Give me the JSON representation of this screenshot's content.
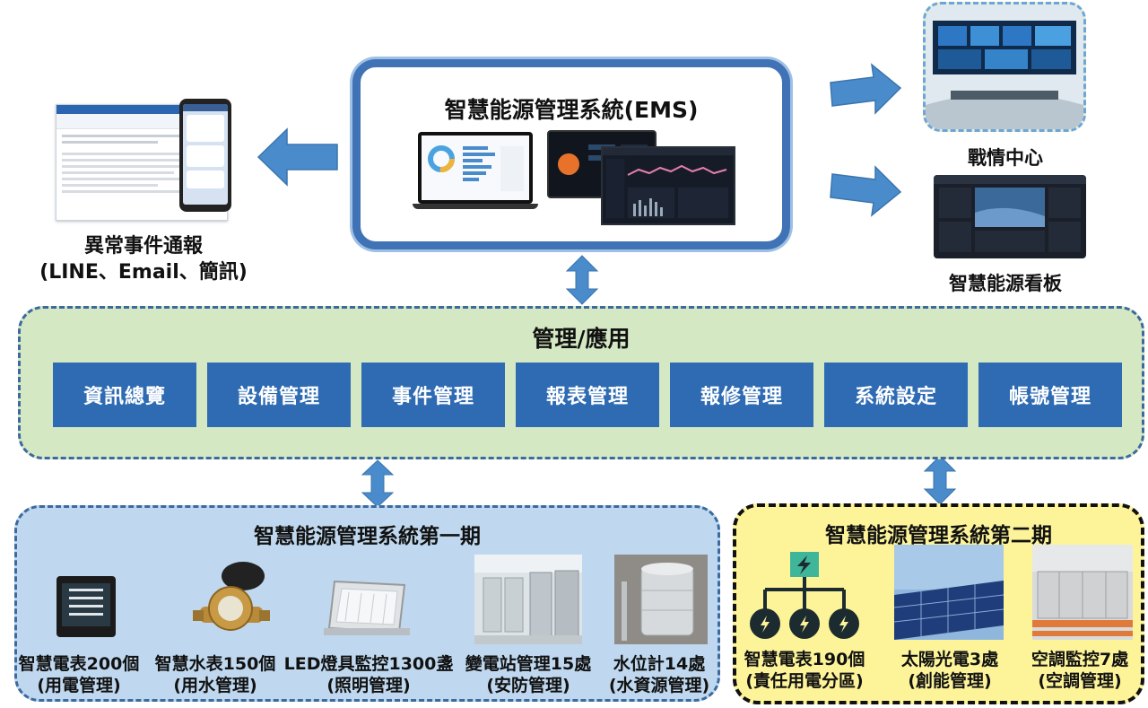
{
  "ems": {
    "title": "智慧能源管理系統(EMS)"
  },
  "alerts": {
    "title": "異常事件通報",
    "subtitle": "(LINE、Email、簡訊)"
  },
  "war_room": {
    "label": "戰情中心"
  },
  "dashboard": {
    "label": "智慧能源看板"
  },
  "management": {
    "title": "管理/應用",
    "buttons": [
      "資訊總覽",
      "設備管理",
      "事件管理",
      "報表管理",
      "報修管理",
      "系統設定",
      "帳號管理"
    ]
  },
  "phase1": {
    "title": "智慧能源管理系統第一期",
    "items": [
      {
        "name": "智慧電表200個",
        "sub": "(用電管理)"
      },
      {
        "name": "智慧水表150個",
        "sub": "(用水管理)"
      },
      {
        "name": "LED燈具監控1300盞",
        "sub": "(照明管理)"
      },
      {
        "name": "變電站管理15處",
        "sub": "(安防管理)"
      },
      {
        "name": "水位計14處",
        "sub": "(水資源管理)"
      }
    ]
  },
  "phase2": {
    "title": "智慧能源管理系統第二期",
    "items": [
      {
        "name": "智慧電表190個",
        "sub": "(責任用電分區)"
      },
      {
        "name": "太陽光電3處",
        "sub": "(創能管理)"
      },
      {
        "name": "空調監控7處",
        "sub": "(空調管理)"
      }
    ]
  },
  "colors": {
    "primary": "#2e6bb3",
    "arrow": "#4a8ccb",
    "mgmt_bg": "#d5e8c4",
    "phase1_bg": "#bfd8ef",
    "phase2_bg": "#fdf49a",
    "icon_green": "#3fb59a"
  },
  "icons": [
    "arrow-left-icon",
    "arrow-right-icon",
    "double-arrow-icon",
    "lightning-icon"
  ]
}
